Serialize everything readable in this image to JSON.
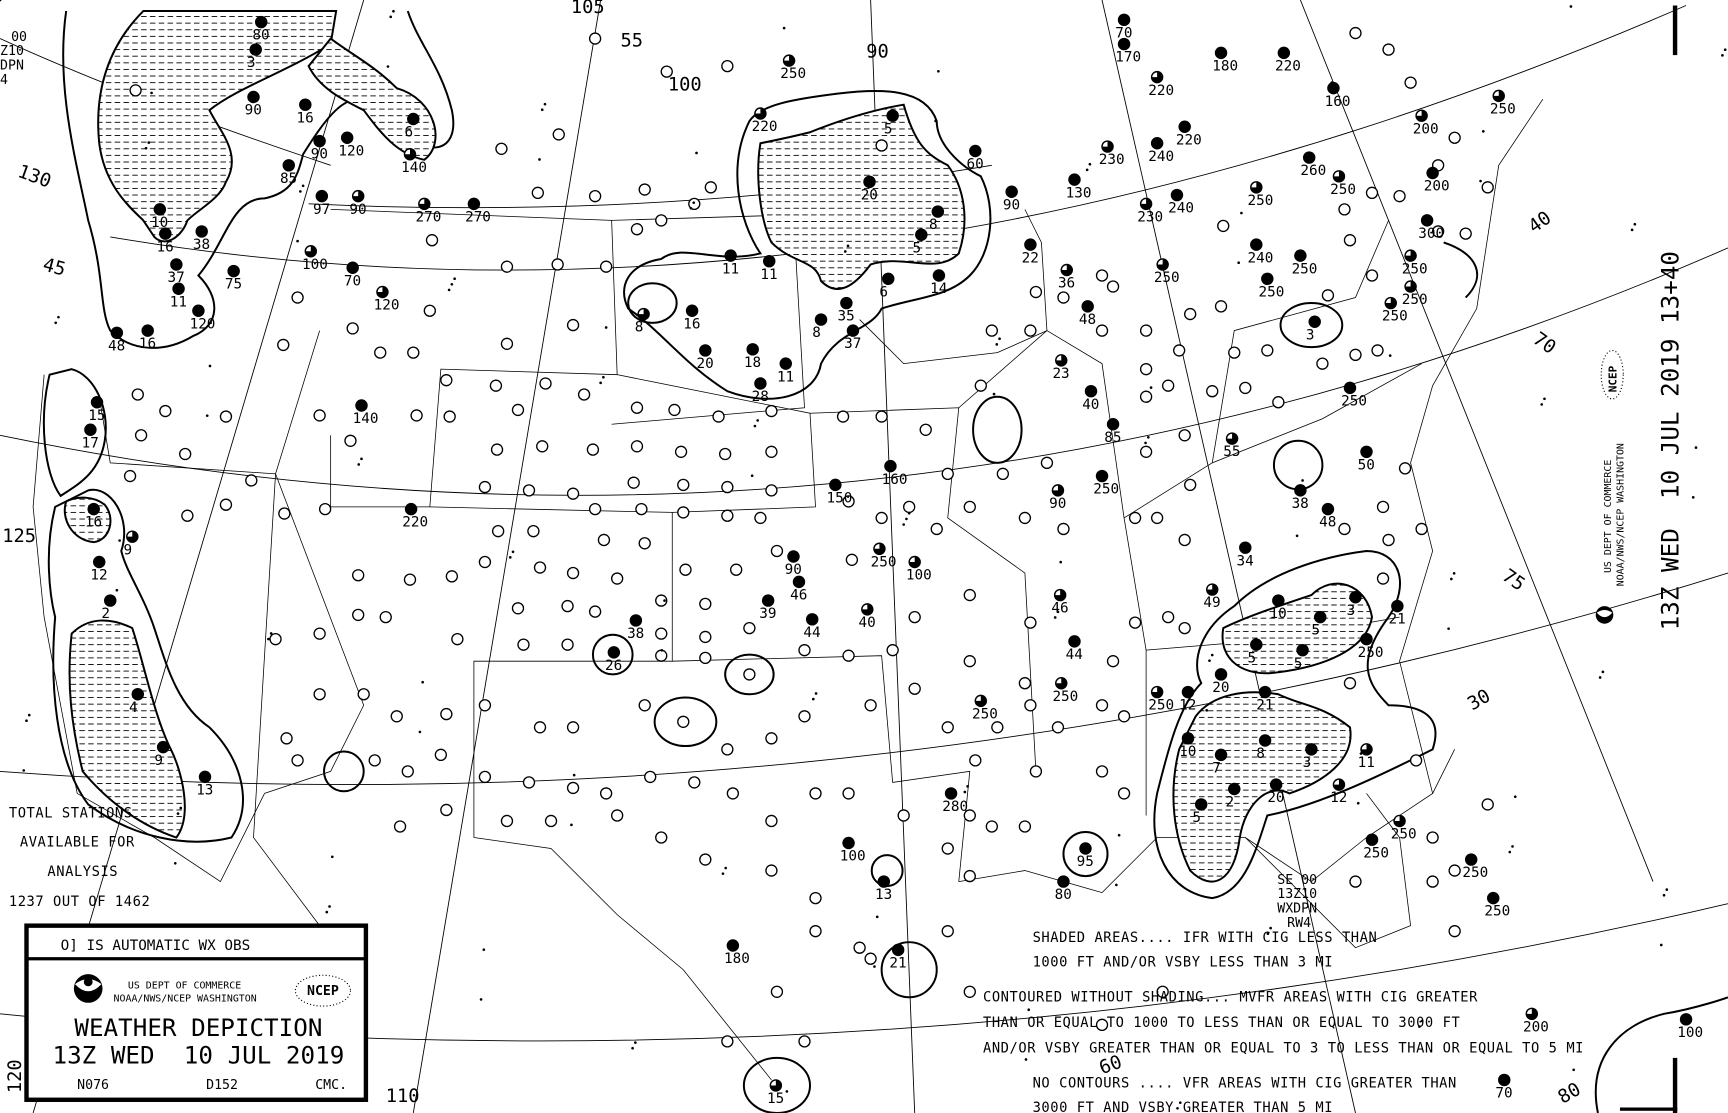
{
  "chart": {
    "title": "WEATHER DEPICTION",
    "valid_time": "13Z WED  10 JUL 2019",
    "side_valid_time": "13Z WED  10 JUL 2019 13+40",
    "agency_line1": "US DEPT OF COMMERCE",
    "agency_line2": "NOAA/NWS/NCEP WASHINGTON",
    "ncep_badge": "NCEP",
    "code_left": "N076",
    "code_mid": "D152",
    "code_right": "CMC.",
    "auto_obs_note": "O]  IS AUTOMATIC WX OBS"
  },
  "stations_summary": {
    "line1": "TOTAL STATIONS",
    "line2": "AVAILABLE FOR",
    "line3": "ANALYSIS",
    "line4": "1237 OUT OF 1462"
  },
  "corner_codes": {
    "top_left": [
      "00",
      "Z10",
      "DPN",
      "4"
    ],
    "southeast": [
      "SE 00",
      "13Z10",
      "WXDPN",
      "RW4"
    ]
  },
  "legend": {
    "shaded_1": "SHADED AREAS.... IFR WITH CIG LESS THAN",
    "shaded_2": "1000 FT AND/OR VSBY LESS THAN 3 MI",
    "contoured_1": "CONTOURED WITHOUT SHADING... MVFR AREAS WITH CIG GREATER",
    "contoured_2": "THAN OR EQUAL TO 1000 TO LESS THAN OR EQUAL TO 3000 FT",
    "contoured_3": "AND/OR VSBY GREATER THAN OR EQUAL TO 3 TO LESS THAN OR EQUAL TO 5 MI",
    "none_1": "NO CONTOURS .... VFR AREAS WITH CIG GREATER THAN",
    "none_2": "3000 FT AND VSBY GREATER THAN 5 MI"
  },
  "grid_labels": [
    "130",
    "45",
    "125",
    "120",
    "110",
    "105",
    "55",
    "100",
    "90",
    "40",
    "70",
    "75",
    "30",
    "80",
    "60"
  ],
  "stations": [
    {
      "label": "80",
      "cover": "overcast"
    },
    {
      "label": "3",
      "cover": "overcast"
    },
    {
      "label": "90",
      "cover": "overcast"
    },
    {
      "label": "16",
      "cover": "overcast"
    },
    {
      "label": "120",
      "cover": "overcast"
    },
    {
      "label": "90",
      "cover": "overcast"
    },
    {
      "label": "6",
      "cover": "overcast"
    },
    {
      "label": "140",
      "cover": "broken"
    },
    {
      "label": "270",
      "cover": "broken"
    },
    {
      "label": "270",
      "cover": "overcast"
    },
    {
      "label": "90",
      "cover": "broken"
    },
    {
      "label": "97",
      "cover": "overcast"
    },
    {
      "label": "85",
      "cover": "overcast"
    },
    {
      "label": "10",
      "cover": "overcast"
    },
    {
      "label": "16",
      "cover": "overcast"
    },
    {
      "label": "38",
      "cover": "overcast"
    },
    {
      "label": "37",
      "cover": "overcast"
    },
    {
      "label": "11",
      "cover": "overcast"
    },
    {
      "label": "75",
      "cover": "overcast"
    },
    {
      "label": "120",
      "cover": "overcast"
    },
    {
      "label": "48",
      "cover": "overcast"
    },
    {
      "label": "16",
      "cover": "overcast"
    },
    {
      "label": "100",
      "cover": "broken"
    },
    {
      "label": "70",
      "cover": "overcast"
    },
    {
      "label": "120",
      "cover": "broken"
    },
    {
      "label": "15",
      "cover": "overcast"
    },
    {
      "label": "17",
      "cover": "overcast"
    },
    {
      "label": "16",
      "cover": "overcast"
    },
    {
      "label": "9",
      "cover": "broken"
    },
    {
      "label": "12",
      "cover": "overcast"
    },
    {
      "label": "2",
      "cover": "overcast"
    },
    {
      "label": "4",
      "cover": "overcast"
    },
    {
      "label": "13",
      "cover": "overcast"
    },
    {
      "label": "9",
      "cover": "overcast"
    },
    {
      "label": "220",
      "cover": "broken"
    },
    {
      "label": "250",
      "cover": "broken"
    },
    {
      "label": "5",
      "cover": "overcast"
    },
    {
      "label": "20",
      "cover": "overcast"
    },
    {
      "label": "8",
      "cover": "overcast"
    },
    {
      "label": "5",
      "cover": "overcast"
    },
    {
      "label": "6",
      "cover": "overcast"
    },
    {
      "label": "14",
      "cover": "overcast"
    },
    {
      "label": "60",
      "cover": "overcast"
    },
    {
      "label": "11",
      "cover": "overcast"
    },
    {
      "label": "11",
      "cover": "overcast"
    },
    {
      "label": "35",
      "cover": "overcast"
    },
    {
      "label": "37",
      "cover": "overcast"
    },
    {
      "label": "16",
      "cover": "overcast"
    },
    {
      "label": "8",
      "cover": "broken"
    },
    {
      "label": "20",
      "cover": "overcast"
    },
    {
      "label": "18",
      "cover": "overcast"
    },
    {
      "label": "11",
      "cover": "overcast"
    },
    {
      "label": "28",
      "cover": "overcast"
    },
    {
      "label": "8",
      "cover": "overcast"
    },
    {
      "label": "220",
      "cover": "broken"
    },
    {
      "label": "180",
      "cover": "overcast"
    },
    {
      "label": "220",
      "cover": "overcast"
    },
    {
      "label": "70",
      "cover": "overcast"
    },
    {
      "label": "170",
      "cover": "overcast"
    },
    {
      "label": "160",
      "cover": "overcast"
    },
    {
      "label": "200",
      "cover": "broken"
    },
    {
      "label": "250",
      "cover": "broken"
    },
    {
      "label": "200",
      "cover": "overcast"
    },
    {
      "label": "260",
      "cover": "overcast"
    },
    {
      "label": "250",
      "cover": "broken"
    },
    {
      "label": "220",
      "cover": "overcast"
    },
    {
      "label": "240",
      "cover": "overcast"
    },
    {
      "label": "230",
      "cover": "broken"
    },
    {
      "label": "130",
      "cover": "overcast"
    },
    {
      "label": "230",
      "cover": "broken"
    },
    {
      "label": "240",
      "cover": "overcast"
    },
    {
      "label": "90",
      "cover": "overcast"
    },
    {
      "label": "250",
      "cover": "broken"
    },
    {
      "label": "240",
      "cover": "overcast"
    },
    {
      "label": "250",
      "cover": "overcast"
    },
    {
      "label": "250",
      "cover": "overcast"
    },
    {
      "label": "250",
      "cover": "broken"
    },
    {
      "label": "36",
      "cover": "broken"
    },
    {
      "label": "48",
      "cover": "overcast"
    },
    {
      "label": "23",
      "cover": "broken"
    },
    {
      "label": "40",
      "cover": "overcast"
    },
    {
      "label": "85",
      "cover": "overcast"
    },
    {
      "label": "250",
      "cover": "overcast"
    },
    {
      "label": "90",
      "cover": "broken"
    },
    {
      "label": "22",
      "cover": "overcast"
    },
    {
      "label": "300",
      "cover": "overcast"
    },
    {
      "label": "250",
      "cover": "broken"
    },
    {
      "label": "250",
      "cover": "broken"
    },
    {
      "label": "250",
      "cover": "broken"
    },
    {
      "label": "3",
      "cover": "overcast"
    },
    {
      "label": "250",
      "cover": "overcast"
    },
    {
      "label": "55",
      "cover": "broken"
    },
    {
      "label": "50",
      "cover": "overcast"
    },
    {
      "label": "38",
      "cover": "overcast"
    },
    {
      "label": "48",
      "cover": "overcast"
    },
    {
      "label": "34",
      "cover": "overcast"
    },
    {
      "label": "49",
      "cover": "broken"
    },
    {
      "label": "10",
      "cover": "overcast"
    },
    {
      "label": "3",
      "cover": "overcast"
    },
    {
      "label": "5",
      "cover": "overcast"
    },
    {
      "label": "21",
      "cover": "overcast"
    },
    {
      "label": "250",
      "cover": "overcast"
    },
    {
      "label": "5",
      "cover": "overcast"
    },
    {
      "label": "5",
      "cover": "overcast"
    },
    {
      "label": "20",
      "cover": "overcast"
    },
    {
      "label": "12",
      "cover": "overcast"
    },
    {
      "label": "250",
      "cover": "broken"
    },
    {
      "label": "21",
      "cover": "overcast"
    },
    {
      "label": "10",
      "cover": "overcast"
    },
    {
      "label": "7",
      "cover": "overcast"
    },
    {
      "label": "8",
      "cover": "overcast"
    },
    {
      "label": "3",
      "cover": "overcast"
    },
    {
      "label": "11",
      "cover": "broken"
    },
    {
      "label": "2",
      "cover": "overcast"
    },
    {
      "label": "20",
      "cover": "overcast"
    },
    {
      "label": "12",
      "cover": "broken"
    },
    {
      "label": "250",
      "cover": "broken"
    },
    {
      "label": "250",
      "cover": "overcast"
    },
    {
      "label": "250",
      "cover": "overcast"
    },
    {
      "label": "250",
      "cover": "overcast"
    },
    {
      "label": "5",
      "cover": "overcast"
    },
    {
      "label": "160",
      "cover": "overcast"
    },
    {
      "label": "150",
      "cover": "overcast"
    },
    {
      "label": "250",
      "cover": "broken"
    },
    {
      "label": "100",
      "cover": "broken"
    },
    {
      "label": "90",
      "cover": "overcast"
    },
    {
      "label": "46",
      "cover": "overcast"
    },
    {
      "label": "39",
      "cover": "overcast"
    },
    {
      "label": "44",
      "cover": "overcast"
    },
    {
      "label": "40",
      "cover": "broken"
    },
    {
      "label": "38",
      "cover": "overcast"
    },
    {
      "label": "26",
      "cover": "overcast"
    },
    {
      "label": "220",
      "cover": "overcast"
    },
    {
      "label": "140",
      "cover": "overcast"
    },
    {
      "label": "250",
      "cover": "broken"
    },
    {
      "label": "280",
      "cover": "overcast"
    },
    {
      "label": "100",
      "cover": "overcast"
    },
    {
      "label": "13",
      "cover": "overcast"
    },
    {
      "label": "21",
      "cover": "overcast"
    },
    {
      "label": "180",
      "cover": "overcast"
    },
    {
      "label": "15",
      "cover": "broken"
    },
    {
      "label": "44",
      "cover": "overcast"
    },
    {
      "label": "250",
      "cover": "broken"
    },
    {
      "label": "95",
      "cover": "overcast"
    },
    {
      "label": "80",
      "cover": "overcast"
    },
    {
      "label": "46",
      "cover": "broken"
    },
    {
      "label": "200",
      "cover": "broken"
    },
    {
      "label": "100",
      "cover": "overcast"
    },
    {
      "label": "70",
      "cover": "overcast"
    }
  ]
}
